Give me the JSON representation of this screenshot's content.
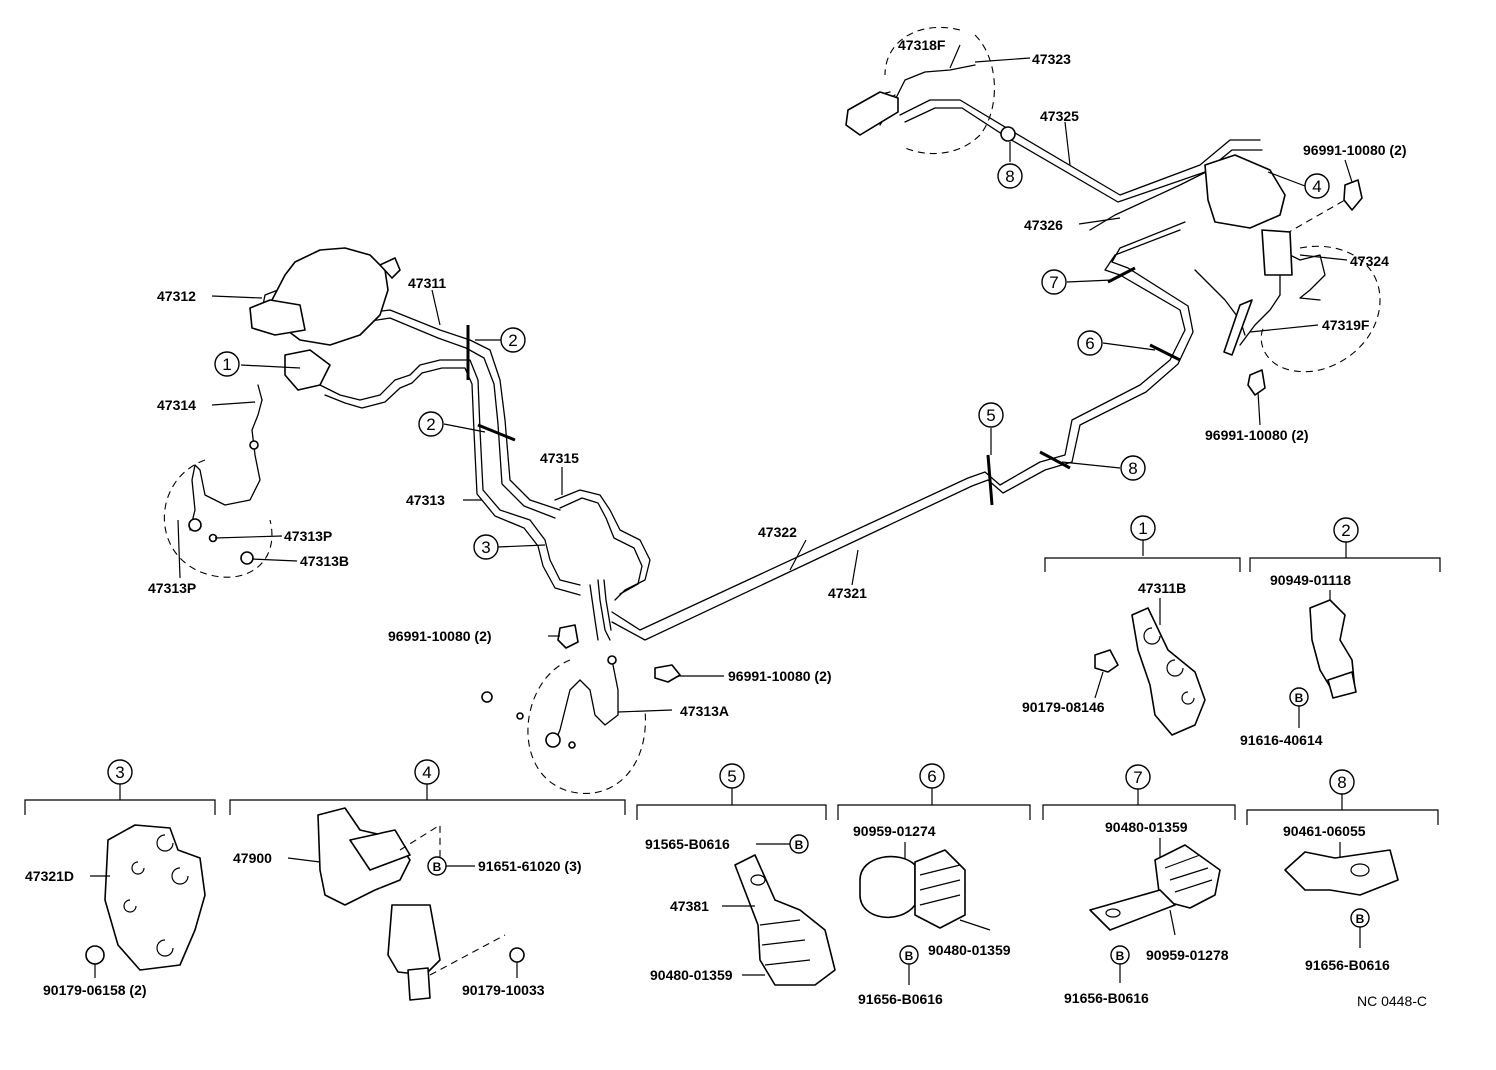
{
  "colors": {
    "ink": "#000000",
    "paper": "#ffffff"
  },
  "labels": {
    "p47318F": "47318F",
    "p47323": "47323",
    "p47325": "47325",
    "p96991_tr": "96991-10080 (2)",
    "p47326": "47326",
    "p47324": "47324",
    "p47319F": "47319F",
    "p96991_rb": "96991-10080 (2)",
    "p47312": "47312",
    "p47311": "47311",
    "p47314": "47314",
    "p47313P_a": "47313P",
    "p47313B": "47313B",
    "p47313P_b": "47313P",
    "p47315": "47315",
    "p47313": "47313",
    "p47322": "47322",
    "p47321": "47321",
    "p96991_ml": "96991-10080 (2)",
    "p96991_mr": "96991-10080 (2)",
    "p47313A": "47313A",
    "p47311B": "47311B",
    "p90179_08146": "90179-08146",
    "p90949_01118": "90949-01118",
    "p91616_40614": "91616-40614",
    "p47321D": "47321D",
    "p90179_06158": "90179-06158 (2)",
    "p47900": "47900",
    "p91651_61020": "91651-61020 (3)",
    "p90179_10033": "90179-10033",
    "p91565_B0616": "91565-B0616",
    "p47381": "47381",
    "p90480_01359_a": "90480-01359",
    "p90959_01274": "90959-01274",
    "p90480_01359_b": "90480-01359",
    "p91656_B0616_a": "91656-B0616",
    "p90480_01359_c": "90480-01359",
    "p90959_01278": "90959-01278",
    "p91656_B0616_b": "91656-B0616",
    "p90461_06055": "90461-06055",
    "p91656_B0616_c": "91656-B0616",
    "code": "NC 0448-C"
  },
  "callouts": {
    "c1": "1",
    "c2a": "2",
    "c2b": "2",
    "c3": "3",
    "c4": "4",
    "c5": "5",
    "c6": "6",
    "c7": "7",
    "c8a": "8",
    "c8b": "8"
  },
  "groups": {
    "g1": "1",
    "g2": "2",
    "g3": "3",
    "g4": "4",
    "g5": "5",
    "g6": "6",
    "g7": "7",
    "g8": "8"
  },
  "bolt_mark": "B"
}
